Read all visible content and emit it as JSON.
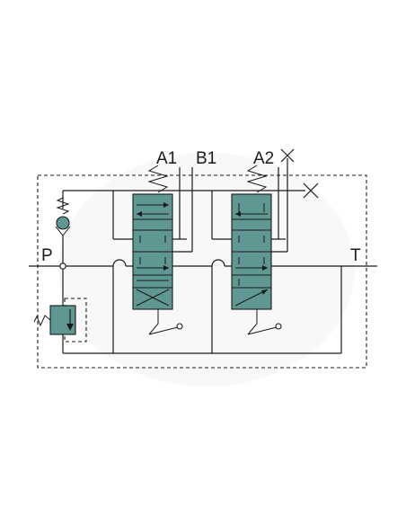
{
  "labels": {
    "port_p": "P",
    "port_t": "T",
    "port_a1": "A1",
    "port_b1": "B1",
    "port_a2": "A2"
  },
  "colors": {
    "valve_fill": "#5f9893",
    "line": "#1a1a1a",
    "background": "#ffffff"
  },
  "icons": [
    "spring-icon",
    "check-valve-icon",
    "relief-valve-icon",
    "lever-icon",
    "plug-icon"
  ]
}
